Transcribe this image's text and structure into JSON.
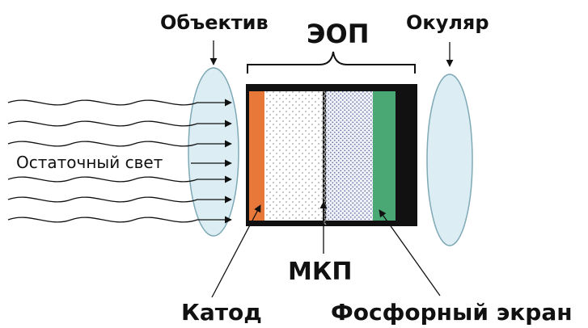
{
  "labels": {
    "objective": "Объектив",
    "tube": "ЭОП",
    "eyepiece": "Окуляр",
    "residual_light": "Остаточный свет",
    "mcp": "МКП",
    "cathode": "Катод",
    "phosphor_screen": "Фосфорный экран"
  },
  "colors": {
    "lens_fill": "#dceef3",
    "lens_stroke": "#7fa9b6",
    "cathode": "#e8773a",
    "phosphor": "#4aa874",
    "housing": "#111111",
    "dots_light": "#9a9a9a",
    "dots_dense": "#5d6a9c",
    "text": "#111111"
  }
}
